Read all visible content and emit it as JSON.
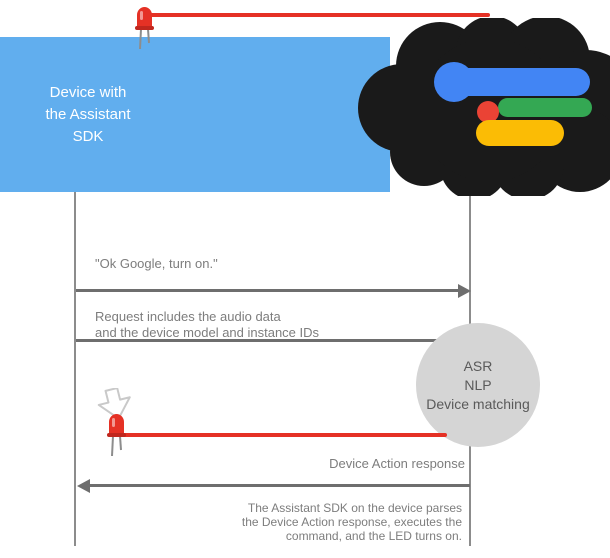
{
  "diagram": {
    "device_box": {
      "lines": [
        "Device with",
        "the Assistant",
        "SDK"
      ]
    },
    "assistant": {
      "processing_steps": [
        "ASR",
        "NLP",
        "Device matching"
      ]
    },
    "messages": {
      "user_query": "\"Ok Google, turn on.\"",
      "request_note_lines": [
        "Request includes the audio data",
        "and the device model and instance IDs"
      ],
      "response_label": "Device Action response",
      "result_note_lines": [
        "The Assistant SDK on the device parses",
        "the Device Action response, executes the",
        "command, and the LED turns on."
      ]
    }
  },
  "colors": {
    "device_box_blue": "#61AEEE",
    "cloud_dark": "#1A1A1A",
    "google_blue": "#4285F4",
    "google_red": "#EA4335",
    "google_yellow": "#FBBC05",
    "google_green": "#34A853",
    "led_red": "#E53125",
    "arrow_gray": "#6E6E6E",
    "label_gray": "#7D7D7D",
    "lifeline_gray": "#8C8C8C",
    "circle_fill": "#D5D5D5",
    "circle_text": "#5A5A5A"
  }
}
